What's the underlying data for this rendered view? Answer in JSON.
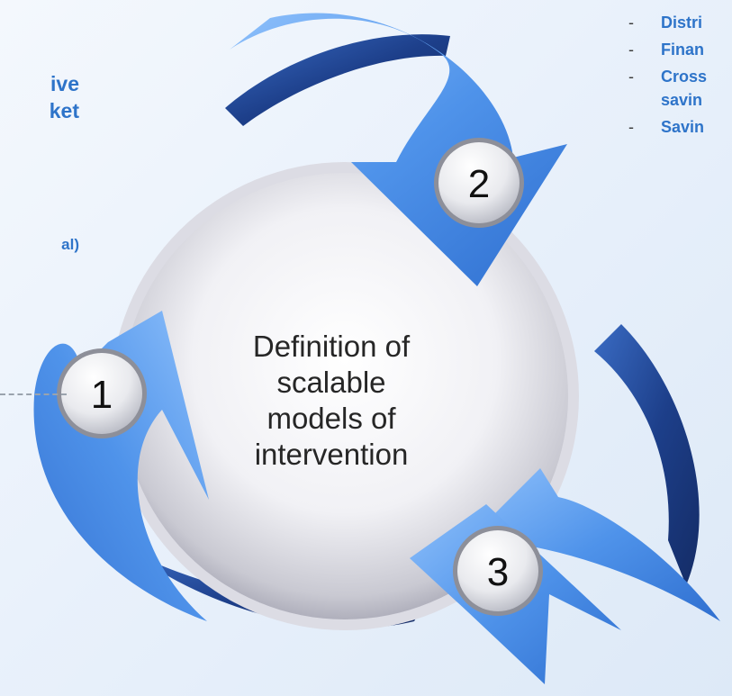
{
  "left_heading": [
    "ive",
    "ket"
  ],
  "left_subtext": "al)",
  "right_items": [
    {
      "dash": "-",
      "text": "Distri"
    },
    {
      "dash": "-",
      "text": "Finan"
    },
    {
      "dash": "-",
      "text": "Cross\nsavin"
    },
    {
      "dash": "-",
      "text": "Savin"
    }
  ],
  "center": {
    "line1": "Definition of scalable",
    "line2": "models of intervention"
  },
  "steps": [
    "1",
    "2",
    "3"
  ],
  "colors": {
    "text_blue": "#2e74c9",
    "arrow_light": "#5a9be8",
    "arrow_dark": "#1d3f8a"
  }
}
